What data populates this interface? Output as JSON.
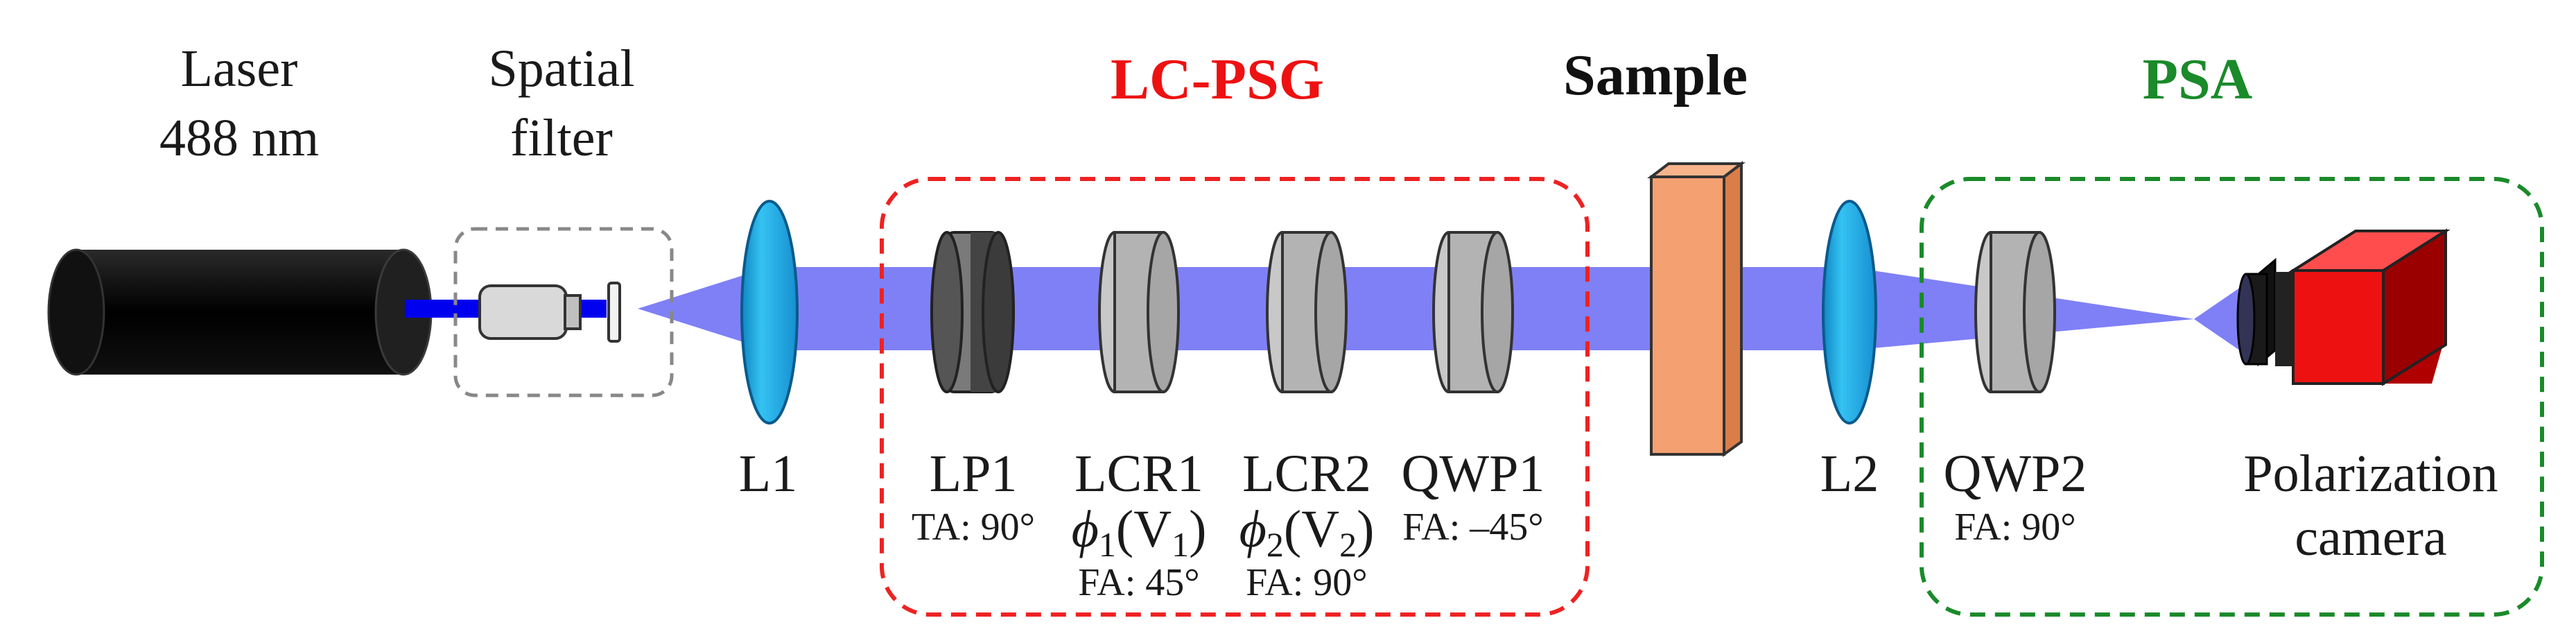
{
  "source": {
    "laser_name": "Laser",
    "laser_wavelength": "488 nm",
    "spatial_filter_line1": "Spatial",
    "spatial_filter_line2": "filter"
  },
  "groups": {
    "psg_title": "LC-PSG",
    "sample_title": "Sample",
    "psa_title": "PSA"
  },
  "components": {
    "l1": "L1",
    "l2": "L2",
    "lp1": {
      "name": "LP1",
      "axis": "TA: 90°"
    },
    "lcr1": {
      "name": "LCR1",
      "phase_symbol": "ϕ",
      "phase_index": "1",
      "voltage_symbol": "V",
      "voltage_index": "1",
      "axis": "FA: 45°"
    },
    "lcr2": {
      "name": "LCR2",
      "phase_symbol": "ϕ",
      "phase_index": "2",
      "voltage_symbol": "V",
      "voltage_index": "2",
      "axis": "FA: 90°"
    },
    "qwp1": {
      "name": "QWP1",
      "axis": "FA: –45°"
    },
    "qwp2": {
      "name": "QWP2",
      "axis": "FA: 90°"
    },
    "camera_line1": "Polarization",
    "camera_line2": "camera"
  },
  "colors": {
    "beam": "#7f80f6",
    "laser_core": "#0000ee",
    "psg_border": "#ee2222",
    "psa_border": "#1a8a2a",
    "filter_border": "#888888",
    "lens": "#1aa9e0",
    "polarizer": "#555555",
    "retarder": "#b3b3b3",
    "sample": "#f4a070",
    "camera": "#ee1111"
  }
}
